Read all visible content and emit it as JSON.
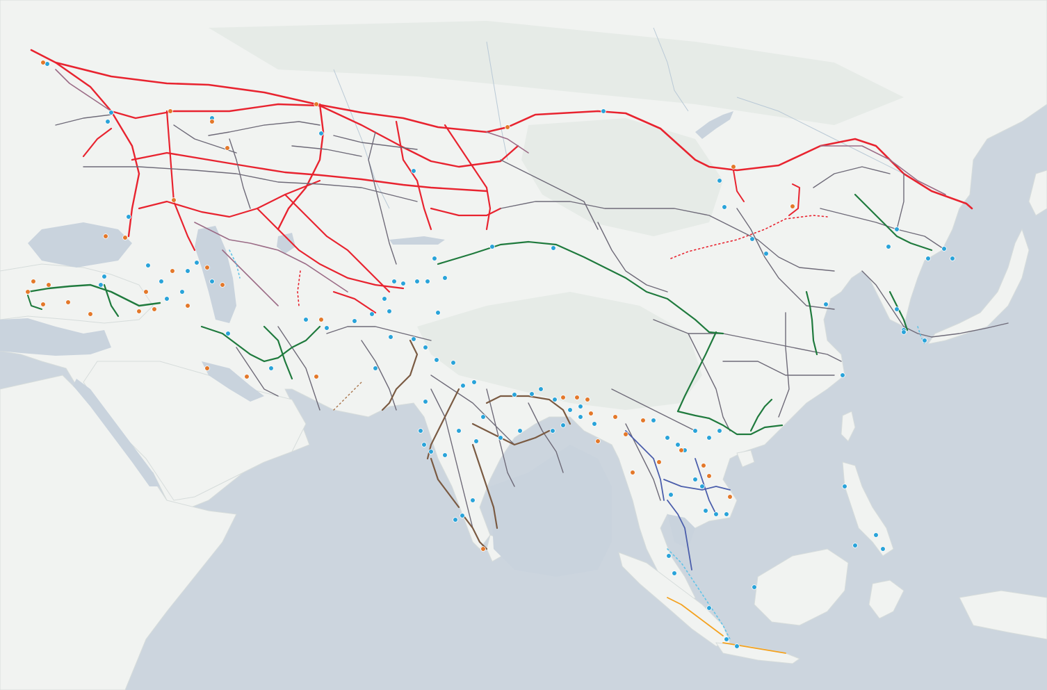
{
  "map": {
    "region": "asia",
    "colors": {
      "sea": "#ccd5de",
      "land": "#f1f3f1",
      "land_shade": "#e6ebe7",
      "lake": "#c9d3dd",
      "border": "#d6dcdb",
      "station_blue": "#29a3d9",
      "station_orange": "#e3782a",
      "rail_red": "#e8232f",
      "rail_grey": "#6e6a78",
      "rail_mauve": "#9b6b86",
      "rail_green": "#1f7a3d",
      "rail_brown": "#7a5a42",
      "rail_blue": "#4a5dab",
      "rail_orange": "#f4a21f",
      "rail_cyan": "#5fc3e8"
    },
    "network_types": [
      {
        "id": "red",
        "color": "#e8232f",
        "style": "solid"
      },
      {
        "id": "red-planned",
        "color": "#e8232f",
        "style": "dotted"
      },
      {
        "id": "grey",
        "color": "#6e6a78",
        "style": "solid"
      },
      {
        "id": "mauve",
        "color": "#9b6b86",
        "style": "solid"
      },
      {
        "id": "green",
        "color": "#1f7a3d",
        "style": "solid"
      },
      {
        "id": "brown",
        "color": "#7a5a42",
        "style": "solid"
      },
      {
        "id": "blue",
        "color": "#4a5dab",
        "style": "solid"
      },
      {
        "id": "orange",
        "color": "#f4a21f",
        "style": "solid"
      },
      {
        "id": "cyan-planned",
        "color": "#5fc3e8",
        "style": "dotted"
      },
      {
        "id": "brown-planned",
        "color": "#a8734a",
        "style": "dotted"
      }
    ],
    "station_types": [
      {
        "id": "blue",
        "color": "#29a3d9"
      },
      {
        "id": "orange",
        "color": "#e3782a"
      }
    ]
  }
}
